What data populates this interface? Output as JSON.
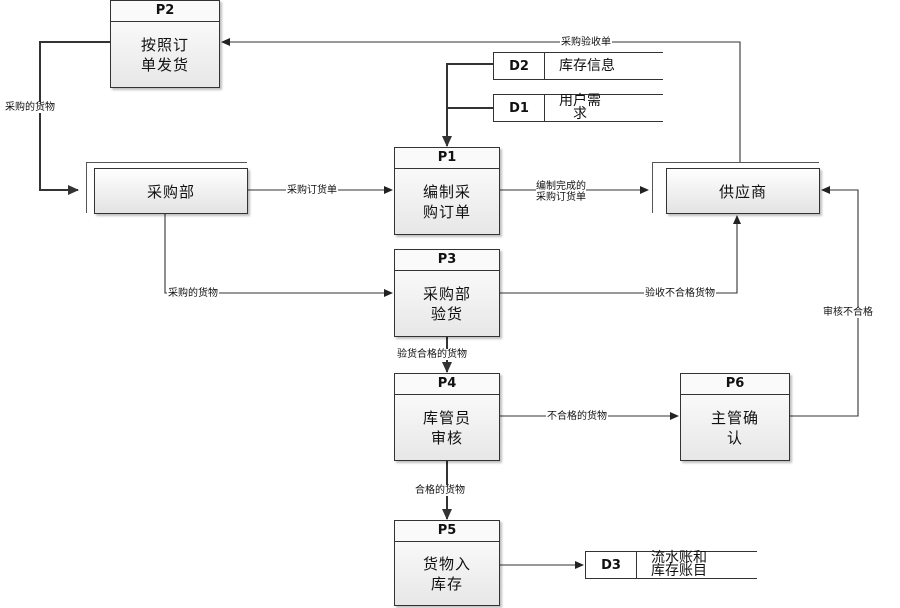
{
  "processes": {
    "p1": {
      "id": "P1",
      "name": "编制采\n购订单"
    },
    "p2": {
      "id": "P2",
      "name": "按照订\n单发货"
    },
    "p3": {
      "id": "P3",
      "name": "采购部\n验货"
    },
    "p4": {
      "id": "P4",
      "name": "库管员\n审核"
    },
    "p5": {
      "id": "P5",
      "name": "货物入\n库存"
    },
    "p6": {
      "id": "P6",
      "name": "主管确\n认"
    }
  },
  "entities": {
    "purchasing": "采购部",
    "supplier": "供应商"
  },
  "stores": {
    "d1": {
      "id": "D1",
      "name": "用户需\n求"
    },
    "d2": {
      "id": "D2",
      "name": "库存信息"
    },
    "d3": {
      "id": "D3",
      "name": "流水账和\n库存账目"
    }
  },
  "flows": {
    "purchase_acceptance_form": "采购验收单",
    "purchased_goods_left": "采购的货物",
    "purchase_order": "采购订货单",
    "completed_order": "编制完成的\n采购订货单",
    "purchased_goods_mid": "采购的货物",
    "rejected_goods_acceptance": "验收不合格货物",
    "review_failed": "审核不合格",
    "accepted_goods": "验货合格的货物",
    "nonconforming_goods": "不合格的货物",
    "qualified_goods": "合格的货物"
  }
}
